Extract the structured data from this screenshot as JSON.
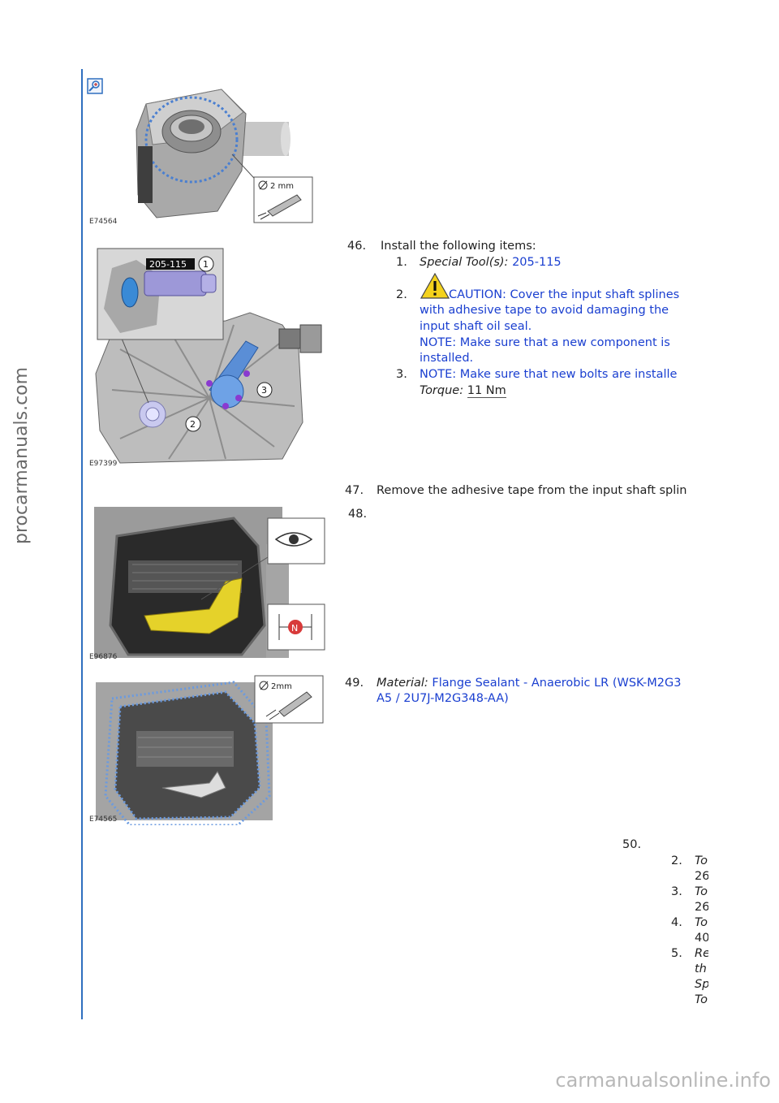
{
  "watermarks": {
    "left": "procarmanuals.com",
    "bottom": "carmanualsonline.info"
  },
  "figures": [
    {
      "label": "E74564",
      "callout_text": "2 mm"
    },
    {
      "label": "E97399",
      "callout_tool": "205-115",
      "callouts": [
        "1",
        "2",
        "3"
      ]
    },
    {
      "label": "E96876",
      "callout_symbol": "N"
    },
    {
      "label": "E74565",
      "callout_text": "2mm"
    }
  ],
  "steps": {
    "s46": {
      "num": "46.",
      "text": "Install the following items:",
      "sub": [
        {
          "num": "1.",
          "label": "Special Tool(s):",
          "value": "205-115"
        },
        {
          "num": "2.",
          "caution": "CAUTION: Cover the input shaft splines",
          "line2": "with adhesive tape to avoid damaging the",
          "line3": "input shaft oil seal.",
          "note": "NOTE: Make sure that a new component is",
          "note2": "installed."
        },
        {
          "num": "3.",
          "note": "NOTE: Make sure that new bolts are installe",
          "torque_label": "Torque:",
          "torque_value": "11 Nm"
        }
      ]
    },
    "s47": {
      "num": "47.",
      "text": "Remove the adhesive tape from the input shaft splin"
    },
    "s48": {
      "num": "48."
    },
    "s49": {
      "num": "49.",
      "label": "Material:",
      "value": "Flange Sealant - Anaerobic LR (WSK-M2G3",
      "value2": "A5 / 2U7J-M2G348-AA)"
    },
    "s50": {
      "num": "50.",
      "sub": [
        {
          "num": "2.",
          "l1": "To",
          "l2": "26"
        },
        {
          "num": "3.",
          "l1": "To",
          "l2": "26"
        },
        {
          "num": "4.",
          "l1": "To",
          "l2": "40"
        },
        {
          "num": "5.",
          "l1": "Re",
          "l2": "th",
          "l3": "Sp",
          "l4": "To"
        }
      ]
    }
  }
}
